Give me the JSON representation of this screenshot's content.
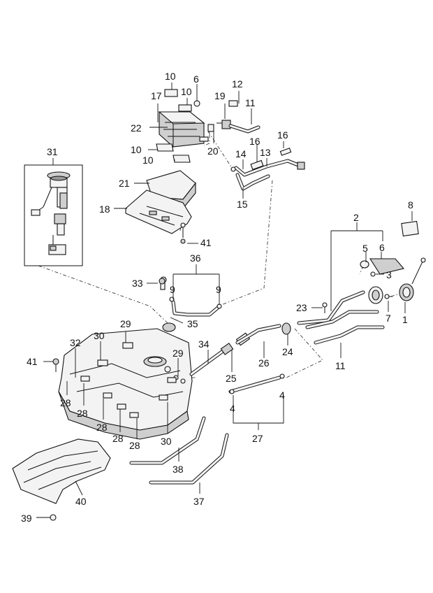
{
  "callouts": [
    {
      "id": "c2",
      "text": "2"
    },
    {
      "id": "c8",
      "text": "8"
    },
    {
      "id": "c5",
      "text": "5"
    },
    {
      "id": "c6b",
      "text": "6"
    },
    {
      "id": "c3",
      "text": "3"
    },
    {
      "id": "c7",
      "text": "7"
    },
    {
      "id": "c1",
      "text": "1"
    },
    {
      "id": "c23",
      "text": "23"
    },
    {
      "id": "c24",
      "text": "24"
    },
    {
      "id": "c11b",
      "text": "11"
    },
    {
      "id": "c26",
      "text": "26"
    },
    {
      "id": "c25",
      "text": "25"
    },
    {
      "id": "c34",
      "text": "34"
    },
    {
      "id": "c4a",
      "text": "4"
    },
    {
      "id": "c4b",
      "text": "4"
    },
    {
      "id": "c27",
      "text": "27"
    },
    {
      "id": "c10a",
      "text": "10"
    },
    {
      "id": "c6a",
      "text": "6"
    },
    {
      "id": "c10b",
      "text": "10"
    },
    {
      "id": "c17",
      "text": "17"
    },
    {
      "id": "c19",
      "text": "19"
    },
    {
      "id": "c12",
      "text": "12"
    },
    {
      "id": "c11a",
      "text": "11"
    },
    {
      "id": "c22",
      "text": "22"
    },
    {
      "id": "c20",
      "text": "20"
    },
    {
      "id": "c10c",
      "text": "10"
    },
    {
      "id": "c10d",
      "text": "10"
    },
    {
      "id": "c16a",
      "text": "16"
    },
    {
      "id": "c16b",
      "text": "16"
    },
    {
      "id": "c14",
      "text": "14"
    },
    {
      "id": "c13",
      "text": "13"
    },
    {
      "id": "c15",
      "text": "15"
    },
    {
      "id": "c31",
      "text": "31"
    },
    {
      "id": "c21",
      "text": "21"
    },
    {
      "id": "c18",
      "text": "18"
    },
    {
      "id": "c41a",
      "text": "41"
    },
    {
      "id": "c36",
      "text": "36"
    },
    {
      "id": "c33",
      "text": "33"
    },
    {
      "id": "c9a",
      "text": "9"
    },
    {
      "id": "c9b",
      "text": "9"
    },
    {
      "id": "c35",
      "text": "35"
    },
    {
      "id": "c29a",
      "text": "29"
    },
    {
      "id": "c30a",
      "text": "30"
    },
    {
      "id": "c32",
      "text": "32"
    },
    {
      "id": "c29b",
      "text": "29"
    },
    {
      "id": "c41b",
      "text": "41"
    },
    {
      "id": "c28a",
      "text": "28"
    },
    {
      "id": "c28b",
      "text": "28"
    },
    {
      "id": "c28c",
      "text": "28"
    },
    {
      "id": "c28d",
      "text": "28"
    },
    {
      "id": "c28e",
      "text": "28"
    },
    {
      "id": "c30b",
      "text": "30"
    },
    {
      "id": "c38",
      "text": "38"
    },
    {
      "id": "c37",
      "text": "37"
    },
    {
      "id": "c40",
      "text": "40"
    },
    {
      "id": "c39",
      "text": "39"
    }
  ]
}
